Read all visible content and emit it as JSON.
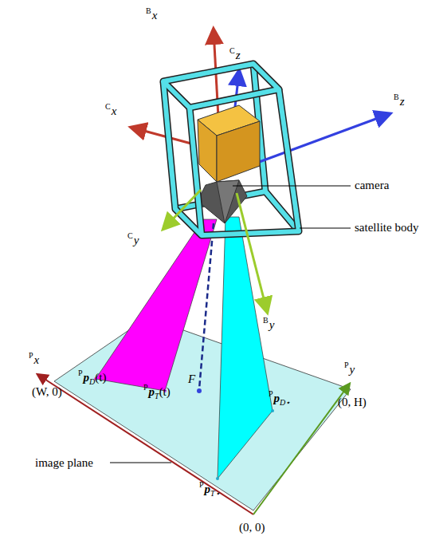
{
  "diagram": {
    "labels": [
      "B",
      "x",
      "C",
      "z",
      "C",
      "x",
      "B",
      "z",
      "camera",
      "satellite body",
      "C",
      "y",
      "B",
      "y",
      "P",
      "x",
      "(W, 0)",
      "P",
      "p",
      "D",
      "(t)",
      "P",
      "p",
      "T",
      "(t)",
      "F",
      "P",
      "p",
      "D⋆",
      "P",
      "y",
      "(0, H)",
      "image plane",
      "P",
      "p",
      "T⋆",
      "(0, 0)"
    ]
  }
}
